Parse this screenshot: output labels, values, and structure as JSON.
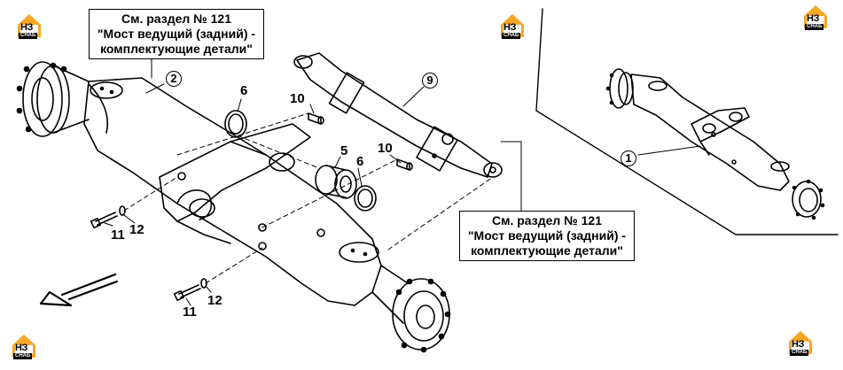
{
  "callouts": {
    "top": {
      "line1": "См. раздел № 121",
      "line2": "\"Мост ведущий (задний) -",
      "line3": "комплектующие детали\""
    },
    "bottom": {
      "line1": "См. раздел № 121",
      "line2": "\"Мост ведущий (задний) -",
      "line3": "комплектующие детали\""
    }
  },
  "labels": {
    "p1": "1",
    "p2": "2",
    "p5": "5",
    "p6a": "6",
    "p6b": "6",
    "p9": "9",
    "p10a": "10",
    "p10b": "10",
    "p11a": "11",
    "p11b": "11",
    "p12a": "12",
    "p12b": "12"
  },
  "logo": {
    "brand": "НЗ",
    "sub": "СНАБ",
    "color": "#f5a623"
  }
}
